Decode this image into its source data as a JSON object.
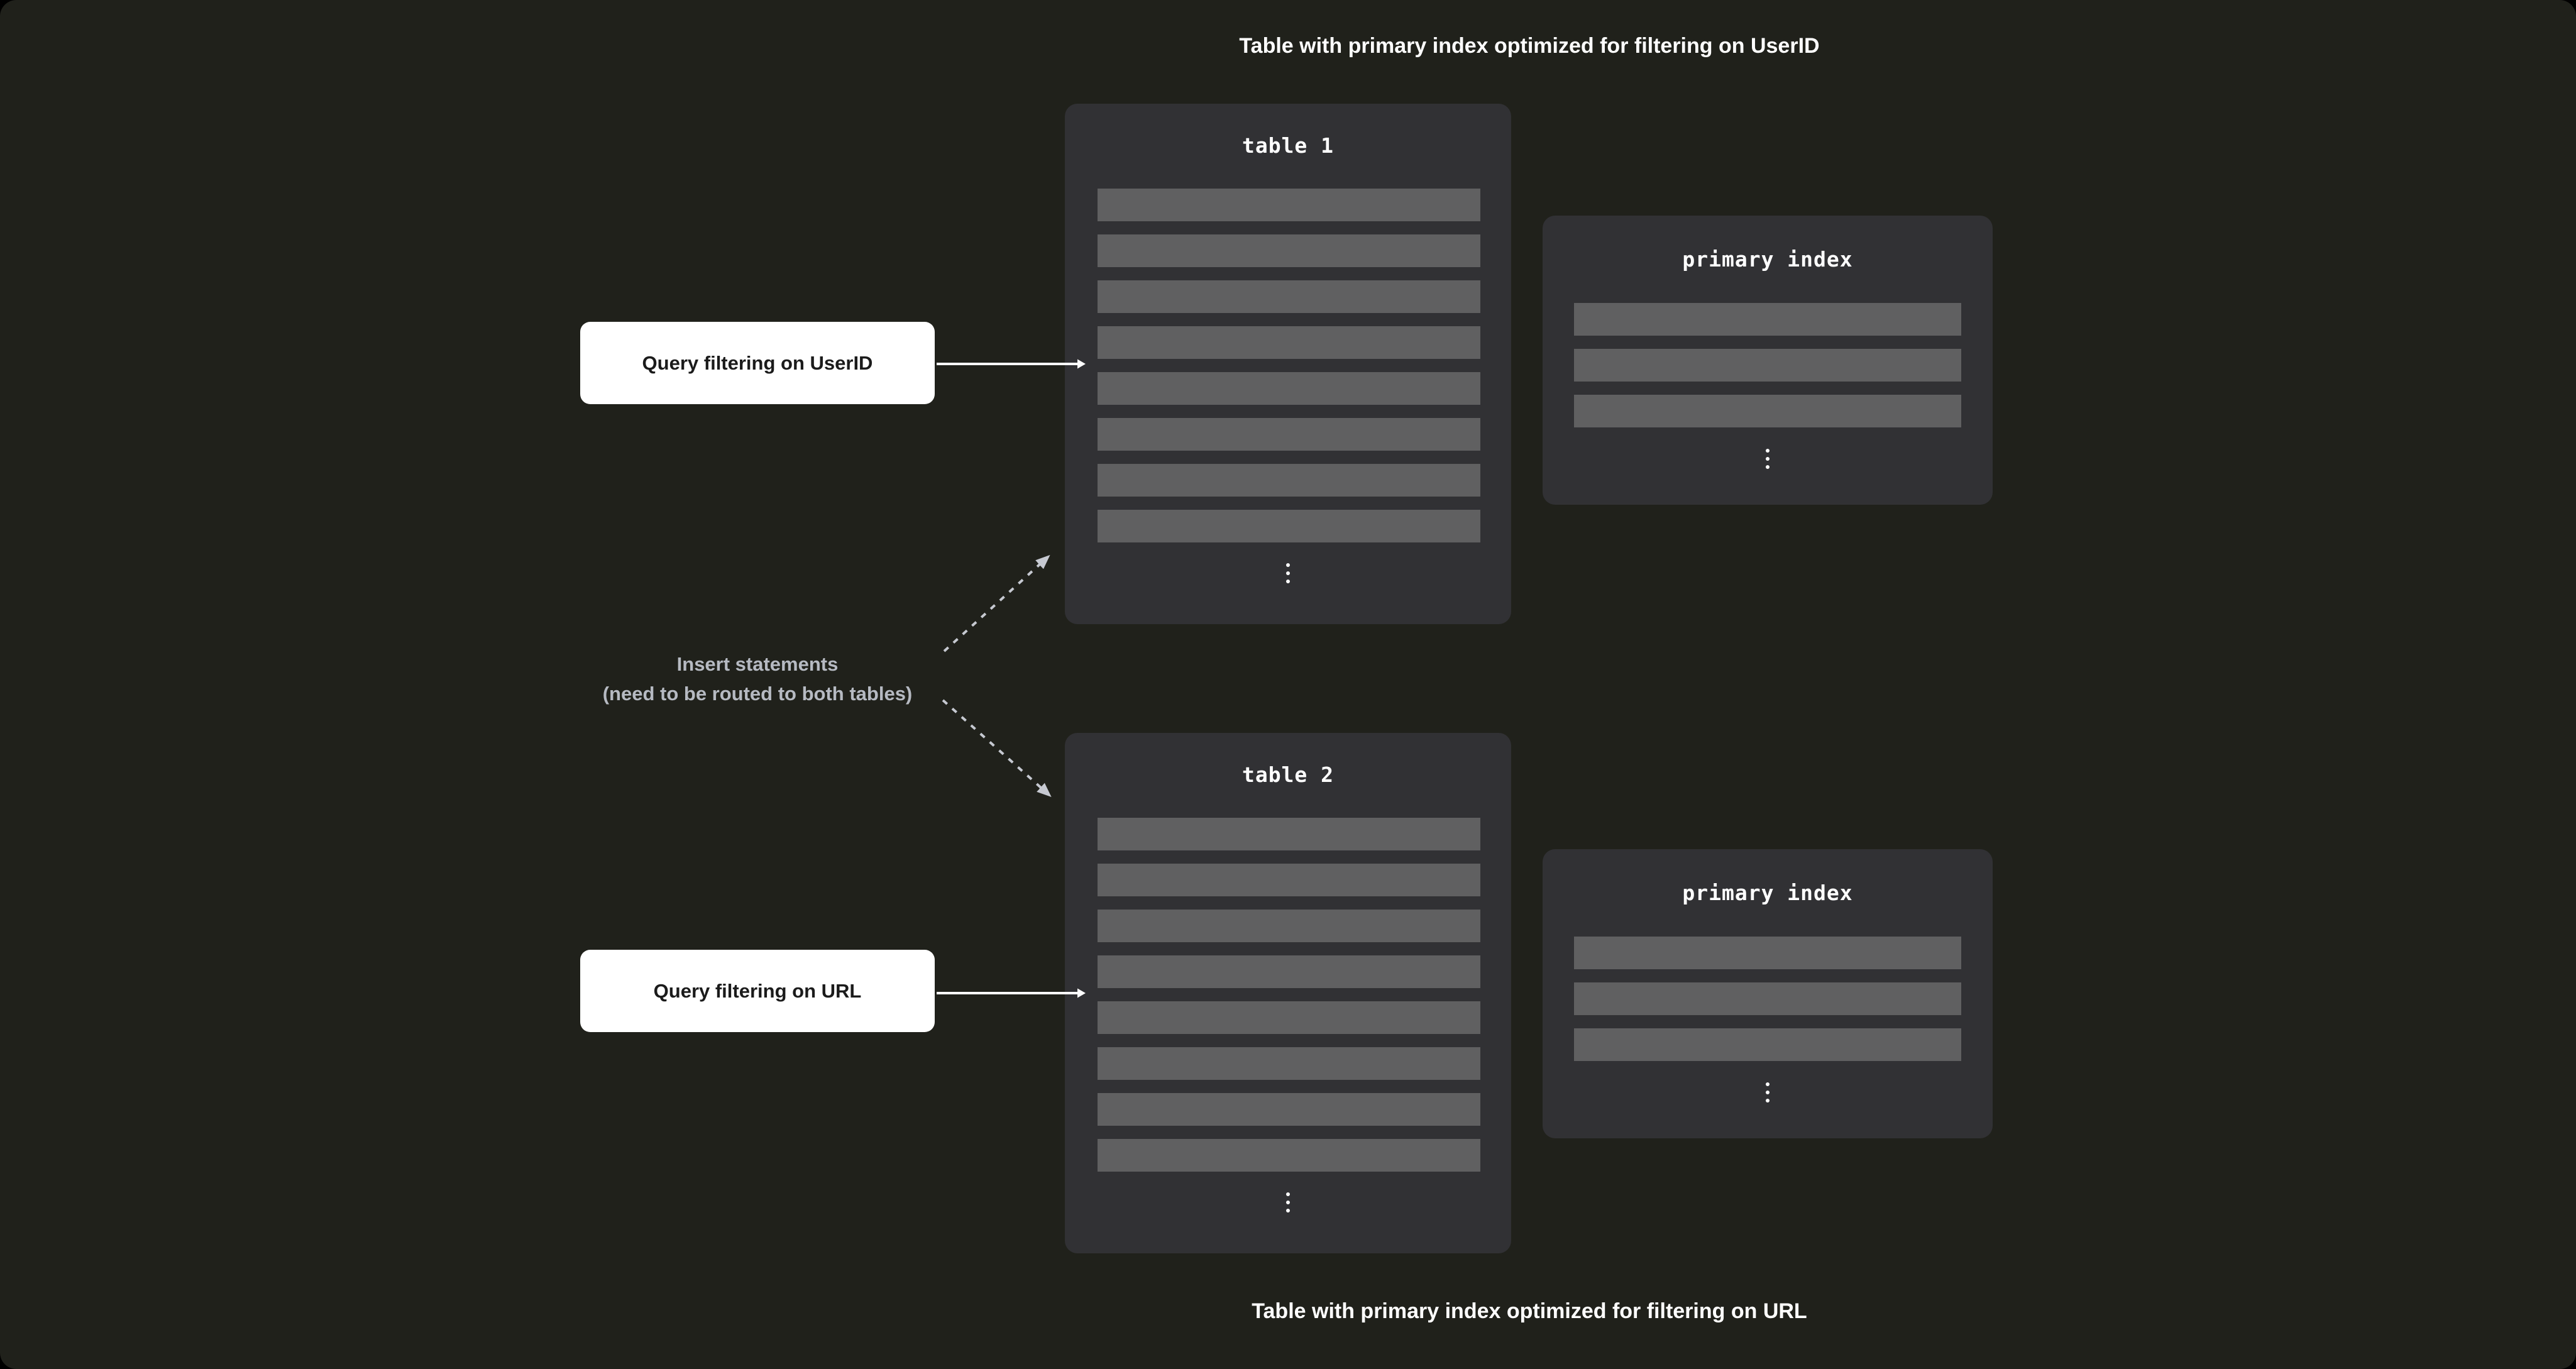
{
  "captions": {
    "top": "Table with primary index optimized for filtering on UserID",
    "bottom": "Table with primary index optimized for filtering on URL"
  },
  "panels": {
    "table1": {
      "title": "table 1",
      "row_count": 8
    },
    "table2": {
      "title": "table 2",
      "row_count": 8
    },
    "index1": {
      "title": "primary index",
      "row_count": 3
    },
    "index2": {
      "title": "primary index",
      "row_count": 3
    }
  },
  "labels": {
    "query_userid": "Query filtering on UserID",
    "query_url": "Query filtering on URL"
  },
  "note": {
    "line1": "Insert statements",
    "line2": "(need to be routed to both tables)"
  },
  "colors": {
    "background": "#20211b",
    "panel": "#313134",
    "row": "#606061",
    "note_text": "#b6bac2",
    "dashed_arrow": "#c6c9d1",
    "solid_arrow": "#ffffff"
  }
}
